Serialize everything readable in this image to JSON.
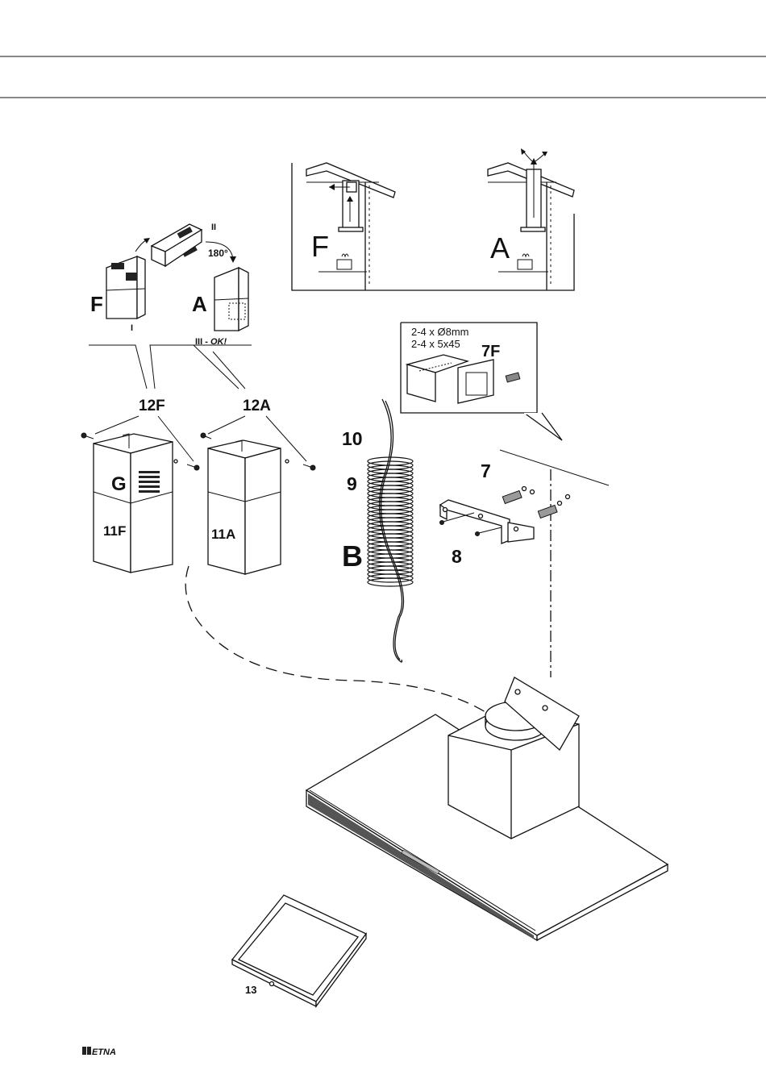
{
  "hood_modes": {
    "filter": "F",
    "aspiration": "A"
  },
  "steps": {
    "step1": "I",
    "step2": "II",
    "step3": "III - ",
    "step3_ok": "OK!",
    "rotation": "180°"
  },
  "chimney_labels": {
    "bracket_filter": "12F",
    "bracket_aspiration": "12A",
    "grille": "G",
    "chimney_filter": "11F",
    "chimney_aspiration": "11A"
  },
  "parts": {
    "flex_pipe_part": "9",
    "cable_part": "10",
    "flex_pipe_label": "B",
    "wall_fixings": "7",
    "bracket": "8",
    "filter_panel": "13"
  },
  "fixing_detail": {
    "line1": "2-4 x Ø8mm",
    "line2": "2-4 x 5x45",
    "label": "7F"
  },
  "brand": {
    "name": "ETNA"
  }
}
